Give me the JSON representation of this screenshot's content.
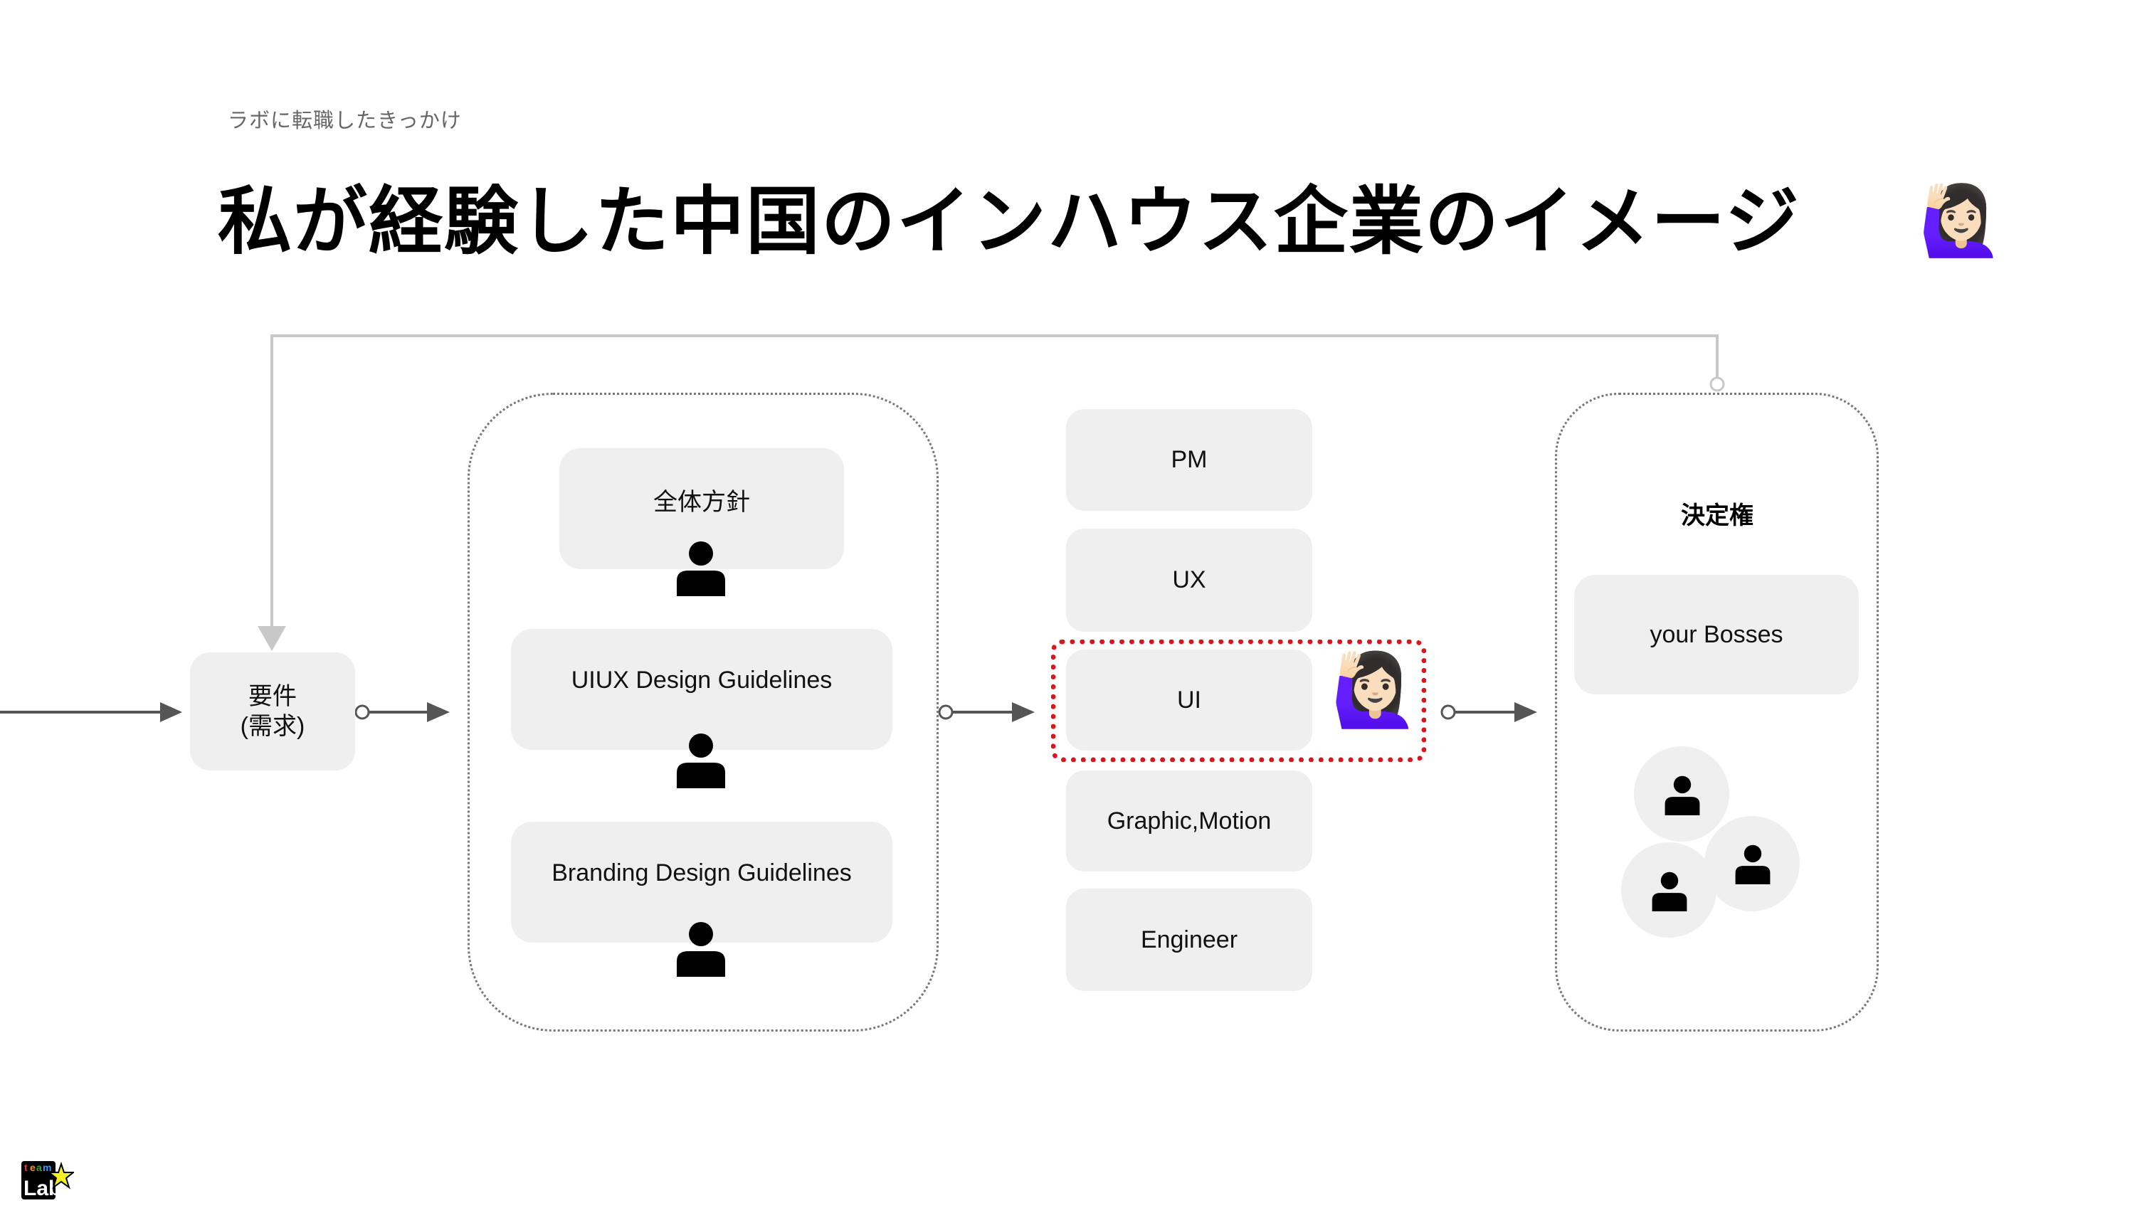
{
  "slide": {
    "subtitle": "ラボに転職したきっかけ",
    "title": "私が経験した中国のインハウス企業のイメージ",
    "title_emoji": "🙋🏻‍♀️",
    "title_emoji_name": "woman-raising-hand-icon"
  },
  "diagram": {
    "requirement": {
      "line1": "要件",
      "line2": "(需求)"
    },
    "guidelines_group": {
      "items": [
        {
          "label": "全体方針",
          "owner_icon": "person-icon"
        },
        {
          "label": "UIUX Design Guidelines",
          "owner_icon": "person-icon"
        },
        {
          "label": "Branding Design Guidelines",
          "owner_icon": "person-icon"
        }
      ]
    },
    "roles": {
      "items": [
        "PM",
        "UX",
        "UI",
        "Graphic,Motion",
        "Engineer"
      ],
      "highlighted": "UI",
      "highlight_color": "#d9161b",
      "highlight_emoji": "🙋🏻‍♀️"
    },
    "decision_group": {
      "label": "決定権",
      "box_label": "your Bosses",
      "people_count": 3
    }
  },
  "colors": {
    "box_fill": "#efefef",
    "arrow": "#555555",
    "feedback_line": "#c8c8c8",
    "highlight": "#d9161b"
  },
  "footer": {
    "logo_top": "team",
    "logo_bottom": "Lab"
  }
}
